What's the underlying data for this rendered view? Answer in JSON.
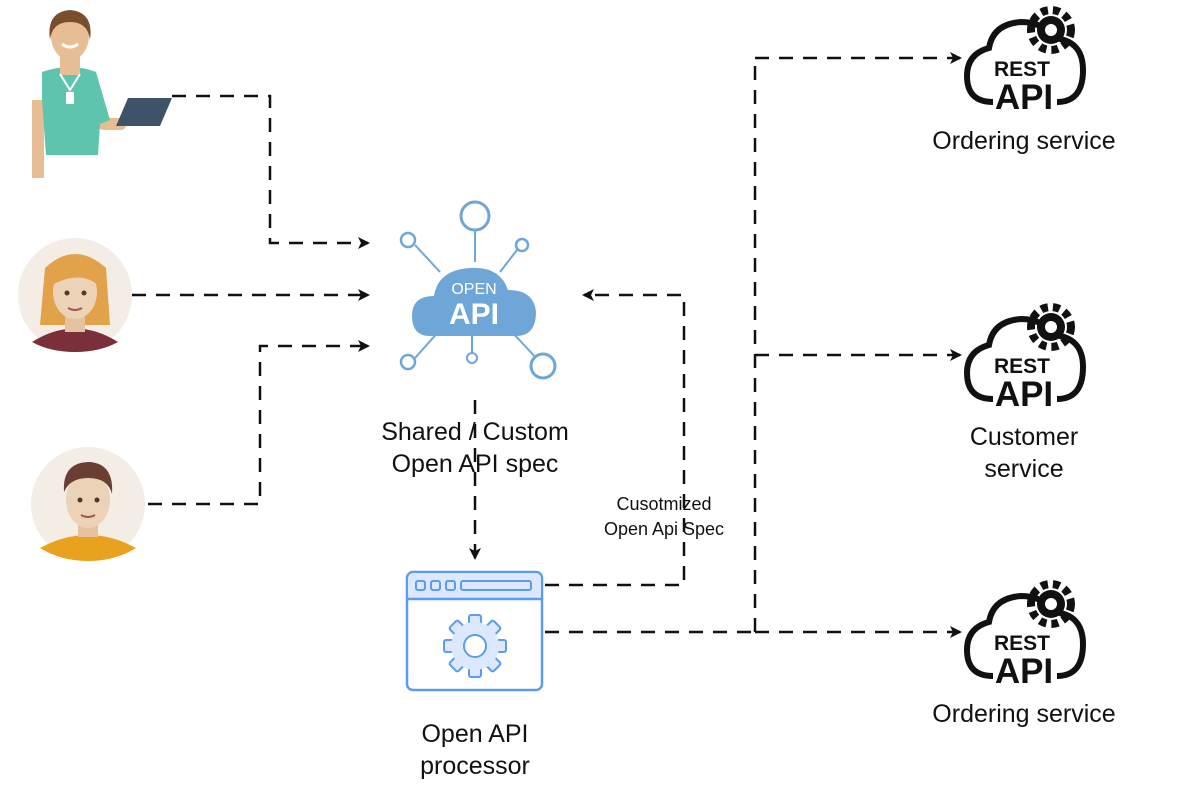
{
  "openapi_icon": {
    "line1": "OPEN",
    "line2": "API"
  },
  "spec_label": {
    "line1": "Shared / Custom",
    "line2": "Open API spec"
  },
  "processor_label": {
    "line1": "Open API",
    "line2": "processor"
  },
  "edge_label": {
    "line1": "Cusotmized",
    "line2": "Open Api Spec"
  },
  "services": [
    {
      "label_line1": "Ordering service",
      "label_line2": "",
      "badge_top": "REST",
      "badge_bottom": "API"
    },
    {
      "label_line1": "Customer",
      "label_line2": "service",
      "badge_top": "REST",
      "badge_bottom": "API"
    },
    {
      "label_line1": "Ordering service",
      "label_line2": "",
      "badge_top": "REST",
      "badge_bottom": "API"
    }
  ],
  "colors": {
    "openapi_blue": "#6fa6d8",
    "processor_blue": "#5b9cf0",
    "processor_fill": "#dbe8fd",
    "arrow": "#111111",
    "teal_shirt": "#5fc4ad",
    "skin": "#e6bd94"
  }
}
